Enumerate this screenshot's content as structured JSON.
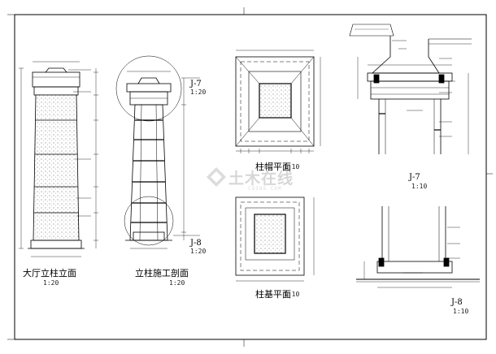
{
  "views": {
    "hall_column": {
      "title": "大厅立柱立面",
      "scale": "1:20"
    },
    "section": {
      "title": "立柱施工剖面",
      "scale": "1:20"
    },
    "cap_plan": {
      "title": "柱帽平面",
      "scale": "1:10"
    },
    "base_plan": {
      "title": "柱基平面",
      "scale": "1:10"
    }
  },
  "details": {
    "j7_left": {
      "tag": "J-7",
      "scale": "1:20"
    },
    "j8_left": {
      "tag": "J-8",
      "scale": "1:20"
    },
    "j7_right": {
      "tag": "J-7",
      "scale": "1:10"
    },
    "j8_right": {
      "tag": "J-8",
      "scale": "1:10"
    }
  },
  "watermark": {
    "brand": "土木在线",
    "url": "COI88.COM"
  },
  "colors": {
    "line": "#000000",
    "watermark": "#d7d7d7",
    "background": "#ffffff"
  }
}
